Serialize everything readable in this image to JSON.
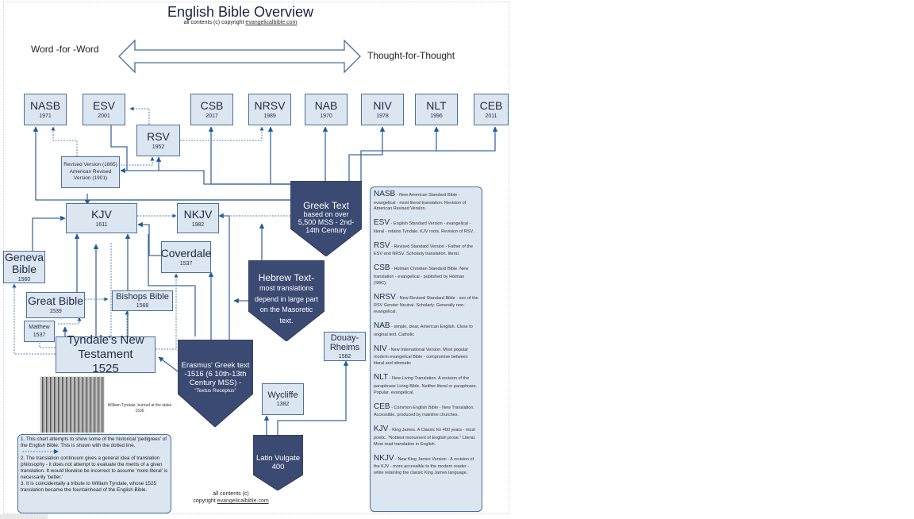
{
  "header": {
    "title": "English Bible Overview",
    "copyright_prefix": "all contents (c) copyright",
    "copyright_link": "evangelicalbible.com"
  },
  "scale": {
    "left_label": "Word -for -Word",
    "right_label": "Thought-for-Thought"
  },
  "translations": {
    "nasb": {
      "name": "NASB",
      "year": "1971"
    },
    "esv": {
      "name": "ESV",
      "year": "2001"
    },
    "csb": {
      "name": "CSB",
      "year": "2017"
    },
    "nrsv": {
      "name": "NRSV",
      "year": "1989"
    },
    "nab": {
      "name": "NAB",
      "year": "1970"
    },
    "niv": {
      "name": "NIV",
      "year": "1978"
    },
    "nlt": {
      "name": "NLT",
      "year": "1996"
    },
    "ceb": {
      "name": "CEB",
      "year": "2011"
    },
    "rsv": {
      "name": "RSV",
      "year": "1952"
    },
    "rv": {
      "name": "Revised Version (1885) American Revised Version (1901)"
    },
    "kjv": {
      "name": "KJV",
      "year": "1611"
    },
    "nkjv": {
      "name": "NKJV",
      "year": "1982"
    },
    "coverdale": {
      "name": "Coverdale",
      "year": "1537"
    },
    "geneva": {
      "name": "Geneva Bible",
      "year": "1560"
    },
    "great": {
      "name": "Great Bible",
      "year": "1539"
    },
    "bishops": {
      "name": "Bishops Bible",
      "year": "1568"
    },
    "matthew": {
      "name": "Matthew",
      "year": "1537"
    },
    "tyndale": {
      "name": "Tyndale's New Testament 1525"
    },
    "douay": {
      "name": "Douay-Rheims",
      "year": "1582"
    },
    "wycliffe": {
      "name": "Wycliffe",
      "year": "1382"
    }
  },
  "sources": {
    "greek": {
      "title": "Greek Text",
      "body": "based on over 5,500 MSS - 2nd-14th Century"
    },
    "hebrew": {
      "title": "Hebrew Text-",
      "body": "most translations depend in large part on the Masoretic text."
    },
    "erasmus": {
      "title": "Erasmus' Greek text -1516 (6 10th-13th Century MSS) -",
      "body": "\"Textus Receptus\""
    },
    "vulgate": {
      "title": "Latin Vulgate",
      "body": "400"
    }
  },
  "notes": [
    {
      "abbr": "NASB",
      "text": " - New American Standard Bible - evangelical - most literal translation. Revision of American Revised Version."
    },
    {
      "abbr": "ESV",
      "text": " - English Standard Version - evangelical - literal - retains Tyndale, KJV roots. Revision of RSV."
    },
    {
      "abbr": "RSV",
      "text": " - Revised Standard Version - Father of the ESV and NRSV. Scholarly translation. literal."
    },
    {
      "abbr": "CSB",
      "text": " - Holman Christian Standard Bible. New translation - evangelical - published by Holman (SBC)."
    },
    {
      "abbr": "NRSV",
      "text": " - New Revised Standard Bible - son of the RSV Gender Neutral. Scholarly. Generally non-evangelical."
    },
    {
      "abbr": "NAB",
      "text": " - simple, clear, American English. Close to original text. Catholic"
    },
    {
      "abbr": "NIV",
      "text": " - New International Version. Most popular modern evangelical Bible - compromise between literal and idiomatic"
    },
    {
      "abbr": "NLT",
      "text": " - New Living Translation. A revision of the paraphrase Living Bible. Neither literal or paraphrase. Popular. evangelical."
    },
    {
      "abbr": "CEB",
      "text": " - Common English Bible - New Translation. Accessible. produced by mainline churches."
    },
    {
      "abbr": "KJV",
      "text": " - King James. A Classic for 400 years - most poetic. \"Noblest monument of English prose.\" Literal. Most read translation in English."
    },
    {
      "abbr": "NKJV",
      "text": " - New King James Version - A revision of the KJV - more accessible to the modern reader - while retaining the classic King James language."
    }
  ],
  "footnotes": [
    "1. This chart attempts to show some of the historical 'pedigrees' of the English Bible. This is shown with the dotted line.",
    "2. The translation continuum gives a general idea of translation philosophy - it does not attempt to evaluate the merits of a given translation. It would likewise be incorrect to assume 'more literal' is necessarily 'better.'",
    "3. It is coincidentally a tribute to William Tyndale, whose 1525 translation became the fountainhead of the English Bible."
  ],
  "image_caption": "William Tyndale, burned at the stake 1536",
  "footer": {
    "line1": "all contents (c)",
    "prefix": "copyright",
    "link": "evangelicalbible.com"
  },
  "colors": {
    "box_fill": "#dce6f1",
    "box_border": "#4a6f98",
    "source_fill": "#3b4a72",
    "line": "#3e6a9a"
  }
}
